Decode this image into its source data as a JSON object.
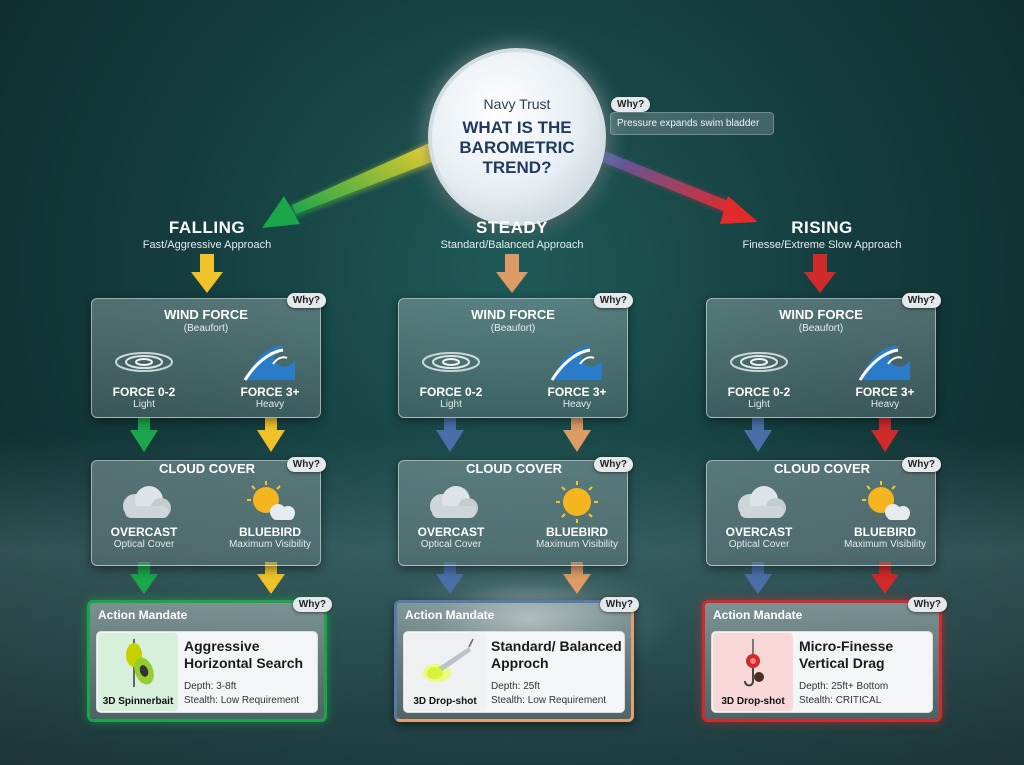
{
  "center": {
    "subtitle": "Navy Trust",
    "question": "WHAT IS THE BAROMETRIC TREND?"
  },
  "center_why": {
    "label": "Why?",
    "tooltip": "Pressure expands swim bladder"
  },
  "branches": [
    {
      "name": "FALLING",
      "approach": "Fast/Aggressive Approach",
      "accent": "#1fa34a",
      "wind": {
        "title": "WIND FORCE",
        "sub": "(Beaufort)",
        "why": "Why?",
        "left": {
          "label": "FORCE 0-2",
          "sub": "Light",
          "icon": "ripple-icon"
        },
        "right": {
          "label": "FORCE 3+",
          "sub": "Heavy",
          "icon": "wave-icon"
        }
      },
      "cloud": {
        "title": "CLOUD COVER",
        "why": "Why?",
        "left": {
          "label": "OVERCAST",
          "sub": "Optical Cover",
          "icon": "cloud-icon"
        },
        "right": {
          "label": "BLUEBIRD",
          "sub": "Maximum Visibility",
          "icon": "sun-cloud-icon"
        }
      },
      "action": {
        "header": "Action Mandate",
        "why": "Why?",
        "title": "Aggressive Horizontal Search",
        "depth": "Depth: 3-8ft",
        "stealth": "Stealth: Low Requirement",
        "lure": "3D Spinnerbait",
        "lure_icon": "spinnerbait-icon"
      }
    },
    {
      "name": "STEADY",
      "approach": "Standard/Balanced Approach",
      "accent": "#4a6fa8",
      "wind": {
        "title": "WIND FORCE",
        "sub": "(Beaufort)",
        "why": "Why?",
        "left": {
          "label": "FORCE 0-2",
          "sub": "Light",
          "icon": "ripple-icon"
        },
        "right": {
          "label": "FORCE 3+",
          "sub": "Heavy",
          "icon": "wave-icon"
        }
      },
      "cloud": {
        "title": "CLOUD COVER",
        "why": "Why?",
        "left": {
          "label": "OVERCAST",
          "sub": "Optical Cover",
          "icon": "cloud-icon"
        },
        "right": {
          "label": "BLUEBIRD",
          "sub": "Maximum Visibility",
          "icon": "sun-icon"
        }
      },
      "action": {
        "header": "Action Mandate",
        "why": "Why?",
        "title": "Standard/ Balanced Approch",
        "depth": "Depth: 25ft",
        "stealth": "Stealth: Low Requirement",
        "lure": "3D Drop-shot",
        "lure_icon": "drop-shot-icon"
      }
    },
    {
      "name": "RISING",
      "approach": "Finesse/Extreme Slow Approach",
      "accent": "#d12a2a",
      "wind": {
        "title": "WIND FORCE",
        "sub": "(Beaufort)",
        "why": "Why?",
        "left": {
          "label": "FORCE 0-2",
          "sub": "Light",
          "icon": "ripple-icon"
        },
        "right": {
          "label": "FORCE 3+",
          "sub": "Heavy",
          "icon": "wave-icon"
        }
      },
      "cloud": {
        "title": "CLOUD COVER",
        "why": "Why?",
        "left": {
          "label": "OVERCAST",
          "sub": "Optical Cover",
          "icon": "cloud-icon"
        },
        "right": {
          "label": "BLUEBIRD",
          "sub": "Maximum Visibility",
          "icon": "sun-cloud-icon"
        }
      },
      "action": {
        "header": "Action Mandate",
        "why": "Why?",
        "title": "Micro-Finesse Vertical Drag",
        "depth": "Depth: 25ft+ Bottom",
        "stealth": "Stealth: CRITICAL",
        "lure": "3D Drop-shot",
        "lure_icon": "micro-jig-icon"
      }
    }
  ]
}
